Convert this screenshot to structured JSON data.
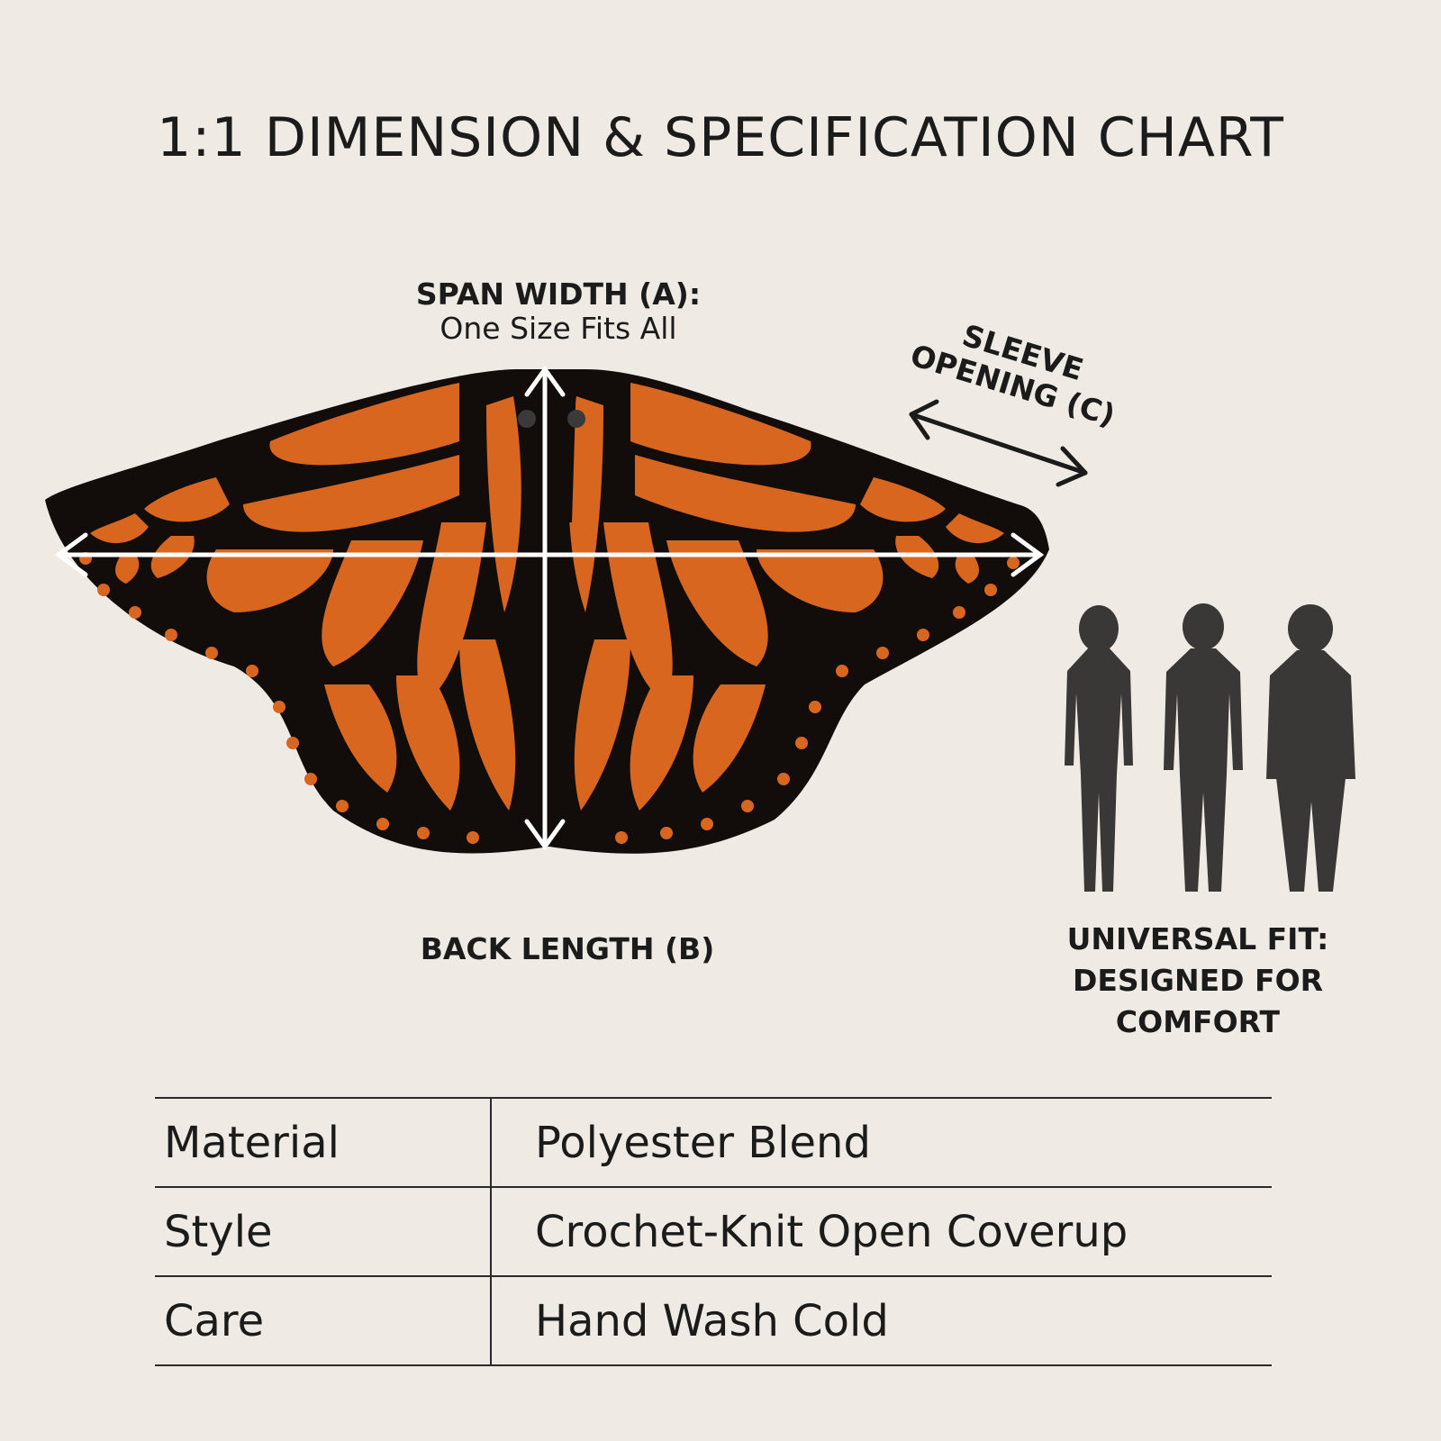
{
  "title": "1:1 DIMENSION & SPECIFICATION CHART",
  "labels": {
    "span_width": "SPAN WIDTH (A):",
    "span_width_sub": "One Size Fits All",
    "back_length": "BACK LENGTH (B)",
    "sleeve_opening_1": "SLEEVE",
    "sleeve_opening_2": "OPENING (C)",
    "universal_fit_1": "UNIVERSAL FIT:",
    "universal_fit_2": "DESIGNED FOR",
    "universal_fit_3": "COMFORT"
  },
  "specs": [
    {
      "key": "Material",
      "value": "Polyester Blend"
    },
    {
      "key": "Style",
      "value": "Crochet-Knit Open Coverup"
    },
    {
      "key": "Care",
      "value": "Hand Wash Cold"
    }
  ],
  "colors": {
    "background": "#efebe4",
    "wing_orange": "#d9661f",
    "wing_black": "#120d0a",
    "arrow": "#ffffff",
    "silhouette": "#3a3836"
  }
}
